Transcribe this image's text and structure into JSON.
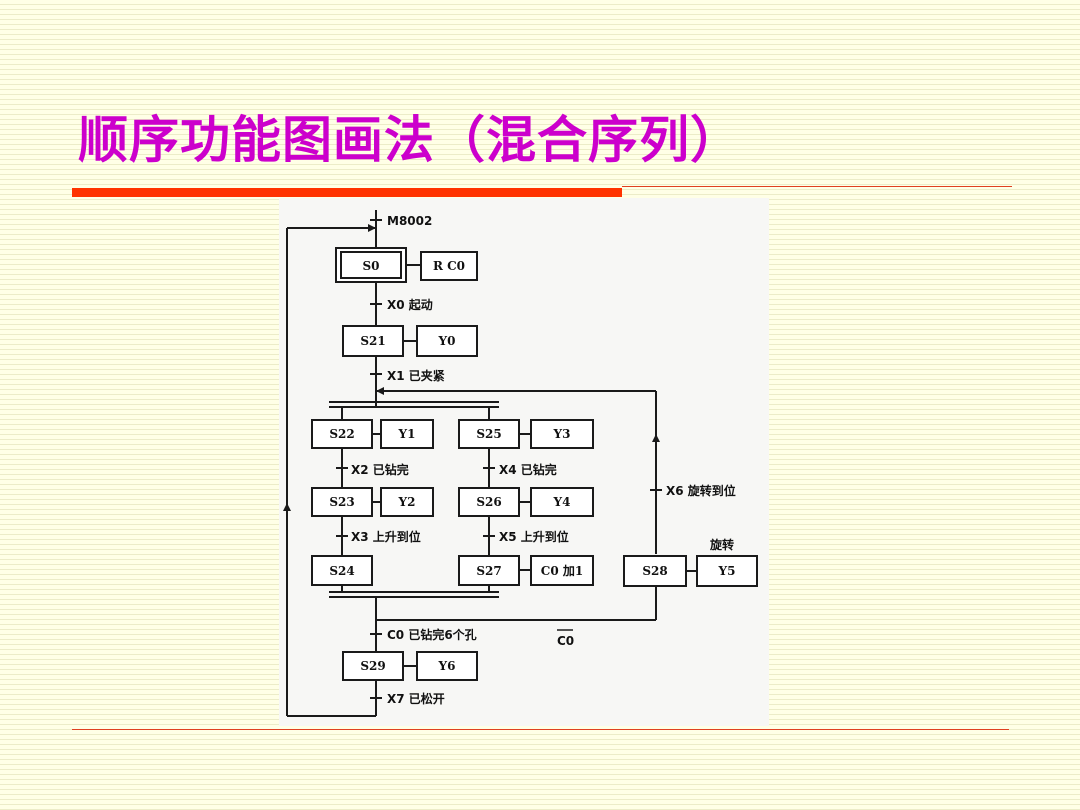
{
  "slide": {
    "title": "顺序功能图画法（混合序列）",
    "colors": {
      "title": "#cc00cc",
      "accent_bar": "#ff3300",
      "rule_line": "#e04020",
      "background": "#ffffe6"
    }
  },
  "diagram": {
    "steps": {
      "S0": "S0",
      "S21": "S21",
      "S22": "S22",
      "S23": "S23",
      "S24": "S24",
      "S25": "S25",
      "S26": "S26",
      "S27": "S27",
      "S28": "S28",
      "S29": "S29"
    },
    "actions": {
      "S0": "R  C0",
      "S21": "Y0",
      "S22": "Y1",
      "S23": "Y2",
      "S25": "Y3",
      "S26": "Y4",
      "S27": "C0 加1",
      "S28": "Y5",
      "S29": "Y6"
    },
    "transitions": {
      "init": "M8002",
      "x0": "X0 起动",
      "x1": "X1 已夹紧",
      "x2": "X2 已钻完",
      "x3": "X3 上升到位",
      "x4": "X4 已钻完",
      "x5": "X5 上升到位",
      "x6": "X6 旋转到位",
      "c0": "C0 已钻完6个孔",
      "c0_not": "C0",
      "x7": "X7 已松开"
    },
    "annotations": {
      "rotate": "旋转"
    }
  }
}
